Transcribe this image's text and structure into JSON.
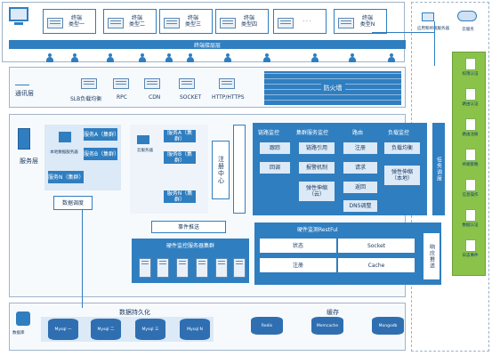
{
  "terminals": [
    {
      "label": "终端\n类型一"
    },
    {
      "label": "终端\n类型二"
    },
    {
      "label": "终端\n类型三"
    },
    {
      "label": "终端\n类型四"
    },
    {
      "label": "· · ·"
    },
    {
      "label": "终端\n类型N"
    }
  ],
  "app_server": {
    "label": "应用和终端服务器"
  },
  "cloud": {
    "label": "云服务"
  },
  "access_layer": {
    "label": "终端接层层"
  },
  "comm_layer": {
    "title": "通讯层",
    "items": [
      "SLB负载均衡",
      "RPC",
      "CDN",
      "SOCKET",
      "HTTP/HTTPS"
    ],
    "firewall": "防火墙"
  },
  "service_layer": {
    "title": "服务层",
    "local_cluster": "本地数据服务器",
    "cloud_cluster": "云服务器",
    "service_a": "服务A（集群）",
    "service_b": "服务B（集群）",
    "service_n": "服务N（集群）",
    "right_a": "服务A（集群）",
    "right_b": "服务B（集群）",
    "right_n": "服务N（集群）",
    "registry": "注册中心",
    "data_schedule": "数据调度",
    "service_schedule": "任务调度"
  },
  "monitor": {
    "link": {
      "title": "链路监控",
      "items": [
        "跟踪",
        "回调"
      ]
    },
    "cluster": {
      "title": "集群服务监控",
      "items": [
        "链路引用",
        "报警机制",
        "弹性伸缩\n（云）"
      ]
    },
    "route": {
      "title": "路由",
      "items": [
        "注册",
        "请求",
        "返回",
        "DNS调整"
      ]
    },
    "balance": {
      "title": "负载监控",
      "items": [
        "负载均衡",
        "弹性伸缩\n（本地）"
      ]
    }
  },
  "events": {
    "label": "事件推送"
  },
  "hw_cluster": {
    "title": "硬件监控服务器集群"
  },
  "hw_rest": {
    "title": "硬件监测RestFul",
    "rows": [
      [
        "状态",
        "Socket"
      ],
      [
        "注册",
        "Cache"
      ]
    ],
    "push": "响应推送"
  },
  "sidebar": {
    "items": [
      "权限认证",
      "路由认证",
      "路由注册",
      "终端策略",
      "信息操作",
      "数据认证",
      "日志事件"
    ]
  },
  "data": {
    "persist_title": "数据持久化",
    "db_label": "数据库",
    "mysql": [
      "Mysql 一",
      "Mysql 二",
      "Mysql 三",
      "Mysql N"
    ],
    "cache_title": "缓存",
    "caches": [
      "Redis",
      "Memcache",
      "Mongodb"
    ]
  }
}
